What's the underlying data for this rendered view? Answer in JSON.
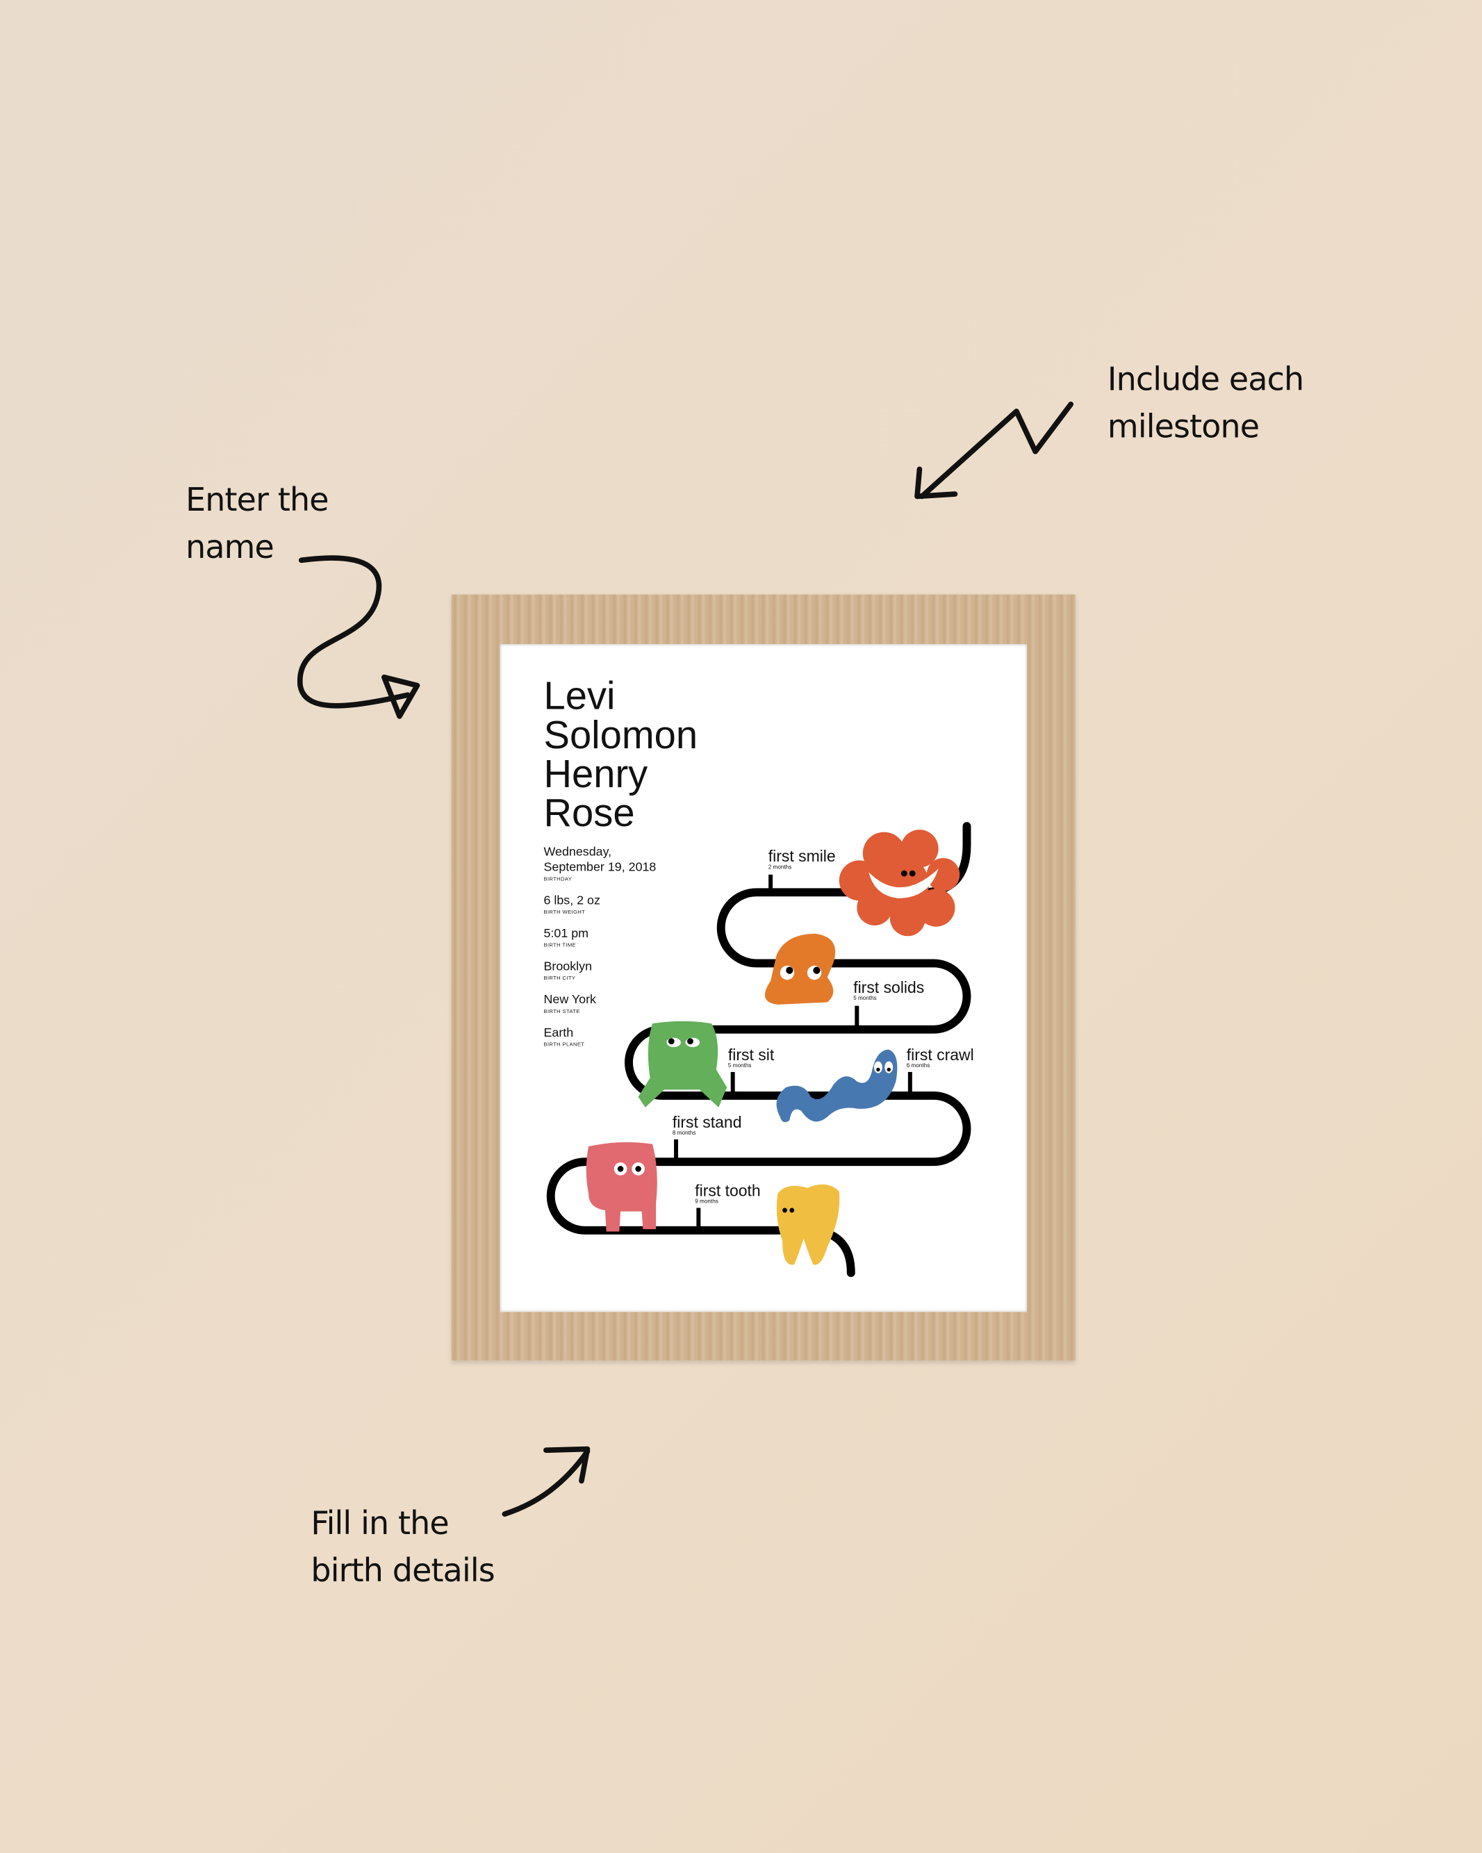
{
  "annotations": {
    "name_note": [
      "Enter the",
      "name"
    ],
    "milestone_note": [
      "Include each",
      "milestone"
    ],
    "details_note": [
      "Fill in the",
      "birth details"
    ]
  },
  "poster": {
    "name_lines": [
      "Levi",
      "Solomon",
      "Henry",
      "Rose"
    ],
    "details": [
      {
        "value": "Wednesday, September 19, 2018",
        "label": "BIRTHDAY"
      },
      {
        "value": "6 lbs, 2 oz",
        "label": "BIRTH WEIGHT"
      },
      {
        "value": "5:01 pm",
        "label": "BIRTH TIME"
      },
      {
        "value": "Brooklyn",
        "label": "BIRTH CITY"
      },
      {
        "value": "New York",
        "label": "BIRTH STATE"
      },
      {
        "value": "Earth",
        "label": "BIRTH PLANET"
      }
    ],
    "milestones": [
      {
        "title": "first smile",
        "age": "2 months"
      },
      {
        "title": "first solids",
        "age": "5 months"
      },
      {
        "title": "first sit",
        "age": "5 months"
      },
      {
        "title": "first crawl",
        "age": "6 months"
      },
      {
        "title": "first stand",
        "age": "8 months"
      },
      {
        "title": "first tooth",
        "age": "9 months"
      }
    ]
  },
  "colors": {
    "flower": "#e05c36",
    "orange": "#e27a2a",
    "green": "#63af5a",
    "blue": "#4878b0",
    "pink": "#e06a70",
    "yellow": "#f0bf42",
    "frame": "#d2b694"
  }
}
